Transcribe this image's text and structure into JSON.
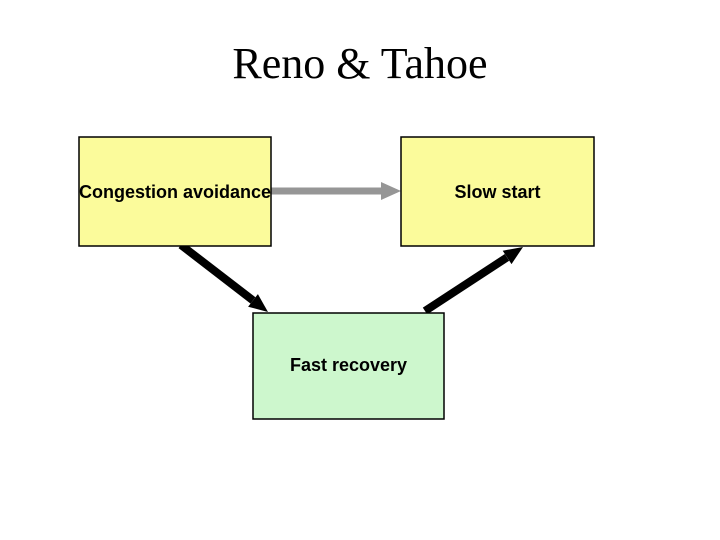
{
  "slide": {
    "title": "Reno & Tahoe",
    "background_color": "#FFFFFF",
    "title_color": "#000000"
  },
  "diagram": {
    "nodes": [
      {
        "id": "congestion-avoidance",
        "label": "Congestion avoidance",
        "fill": "#FBFB9B",
        "border_color": "#000000"
      },
      {
        "id": "slow-start",
        "label": "Slow start",
        "fill": "#FBFB9B",
        "border_color": "#000000"
      },
      {
        "id": "fast-recovery",
        "label": "Fast recovery",
        "fill": "#CDF7CD",
        "border_color": "#000000"
      }
    ],
    "edges": [
      {
        "id": "congestion-avoidance-to-slow-start",
        "from": "Congestion avoidance",
        "to": "Slow start",
        "color": "#969696"
      },
      {
        "id": "congestion-avoidance-to-fast-recovery",
        "from": "Congestion avoidance",
        "to": "Fast recovery",
        "color": "#000000"
      },
      {
        "id": "fast-recovery-to-slow-start",
        "from": "Fast recovery",
        "to": "Slow start",
        "color": "#000000"
      }
    ]
  }
}
